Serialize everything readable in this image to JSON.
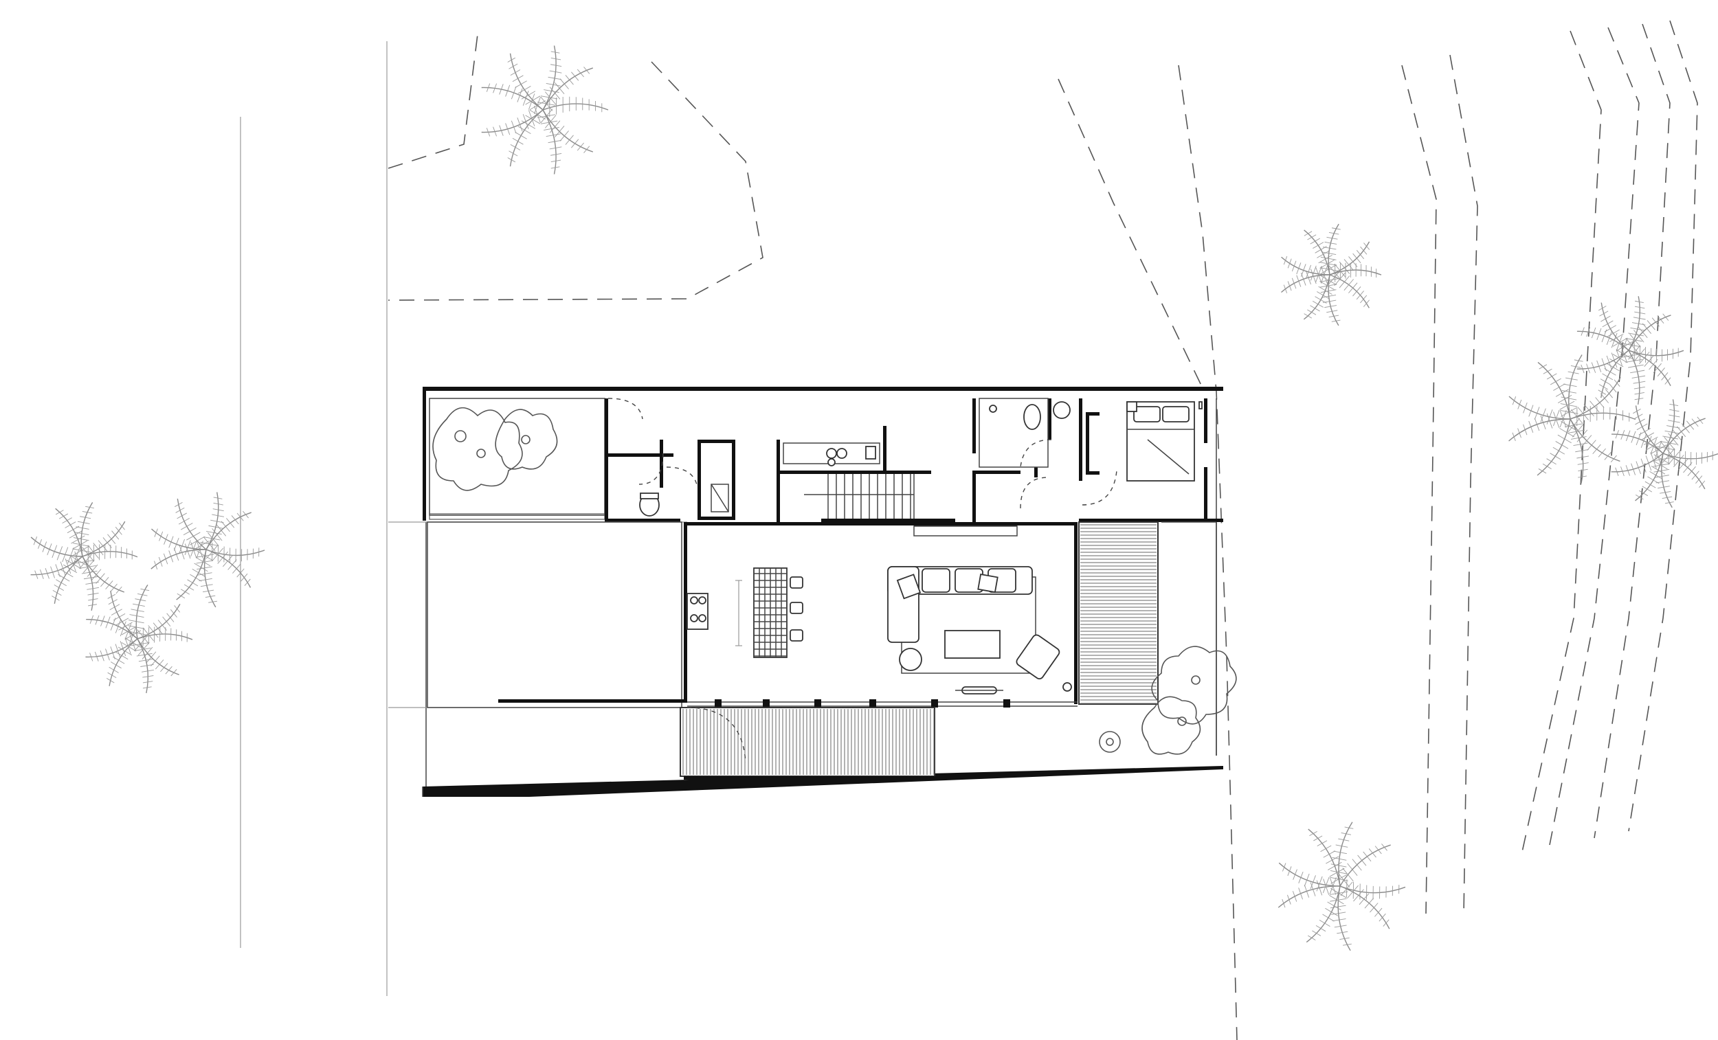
{
  "drawing": {
    "kind": "architectural-floor-plan",
    "rooms": [
      {
        "name": "garden-courtyard"
      },
      {
        "name": "powder-room"
      },
      {
        "name": "service-room"
      },
      {
        "name": "kitchen-counter"
      },
      {
        "name": "staircase"
      },
      {
        "name": "bathroom"
      },
      {
        "name": "bedroom"
      },
      {
        "name": "carport"
      },
      {
        "name": "dining-area"
      },
      {
        "name": "living-area"
      },
      {
        "name": "side-deck"
      },
      {
        "name": "entry-deck"
      }
    ],
    "palms": [
      {
        "name": "palm-top-left"
      },
      {
        "name": "palm-top-middle"
      },
      {
        "name": "palm-right-upper"
      },
      {
        "name": "palm-right-lower"
      },
      {
        "name": "palm-right-third"
      },
      {
        "name": "palm-left-1"
      },
      {
        "name": "palm-left-2"
      },
      {
        "name": "palm-left-3"
      },
      {
        "name": "palm-bottom"
      }
    ],
    "colors": {
      "line": "#111111",
      "vegetation": "#8a8a8a",
      "background": "#ffffff"
    }
  }
}
